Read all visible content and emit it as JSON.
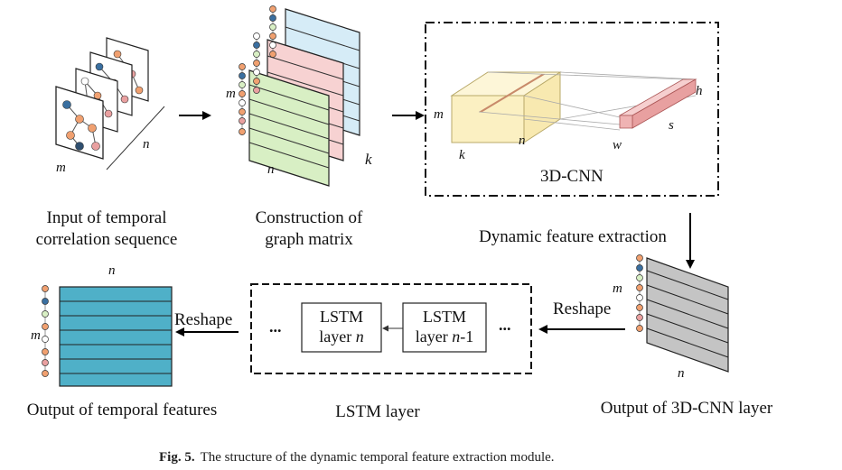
{
  "labels": {
    "input": [
      "Input of temporal",
      "correlation sequence"
    ],
    "graph": [
      "Construction of",
      "graph matrix"
    ],
    "cnn_title": "3D-CNN",
    "dynamic": "Dynamic feature extraction",
    "reshape_left": "Reshape",
    "reshape_right": "Reshape",
    "lstm_n": [
      "LSTM",
      "layer "
    ],
    "lstm_n_var": "n",
    "lstm_n1": [
      "LSTM",
      "layer "
    ],
    "lstm_n1_var": "n",
    "lstm_n1_suffix": "-1",
    "dots": "...",
    "out_temporal": "Output of temporal features",
    "lstm_layer": "LSTM layer",
    "out_cnn": "Output of 3D-CNN layer"
  },
  "vars": {
    "m": "m",
    "n": "n",
    "k": "k",
    "h": "h",
    "s": "s",
    "w": "w"
  },
  "caption": {
    "fig": "Fig. 5.",
    "text": "The structure of the dynamic temporal feature extraction module."
  },
  "colors": {
    "graph_green": "#d8efc4",
    "graph_pink": "#f7d2d2",
    "graph_blue": "#d6ecf7",
    "cube_yellow": "#fbf0c2",
    "bar_red": "#efb3b3",
    "output_cyan": "#4fb0c8",
    "output_gray": "#c4c4c4"
  }
}
